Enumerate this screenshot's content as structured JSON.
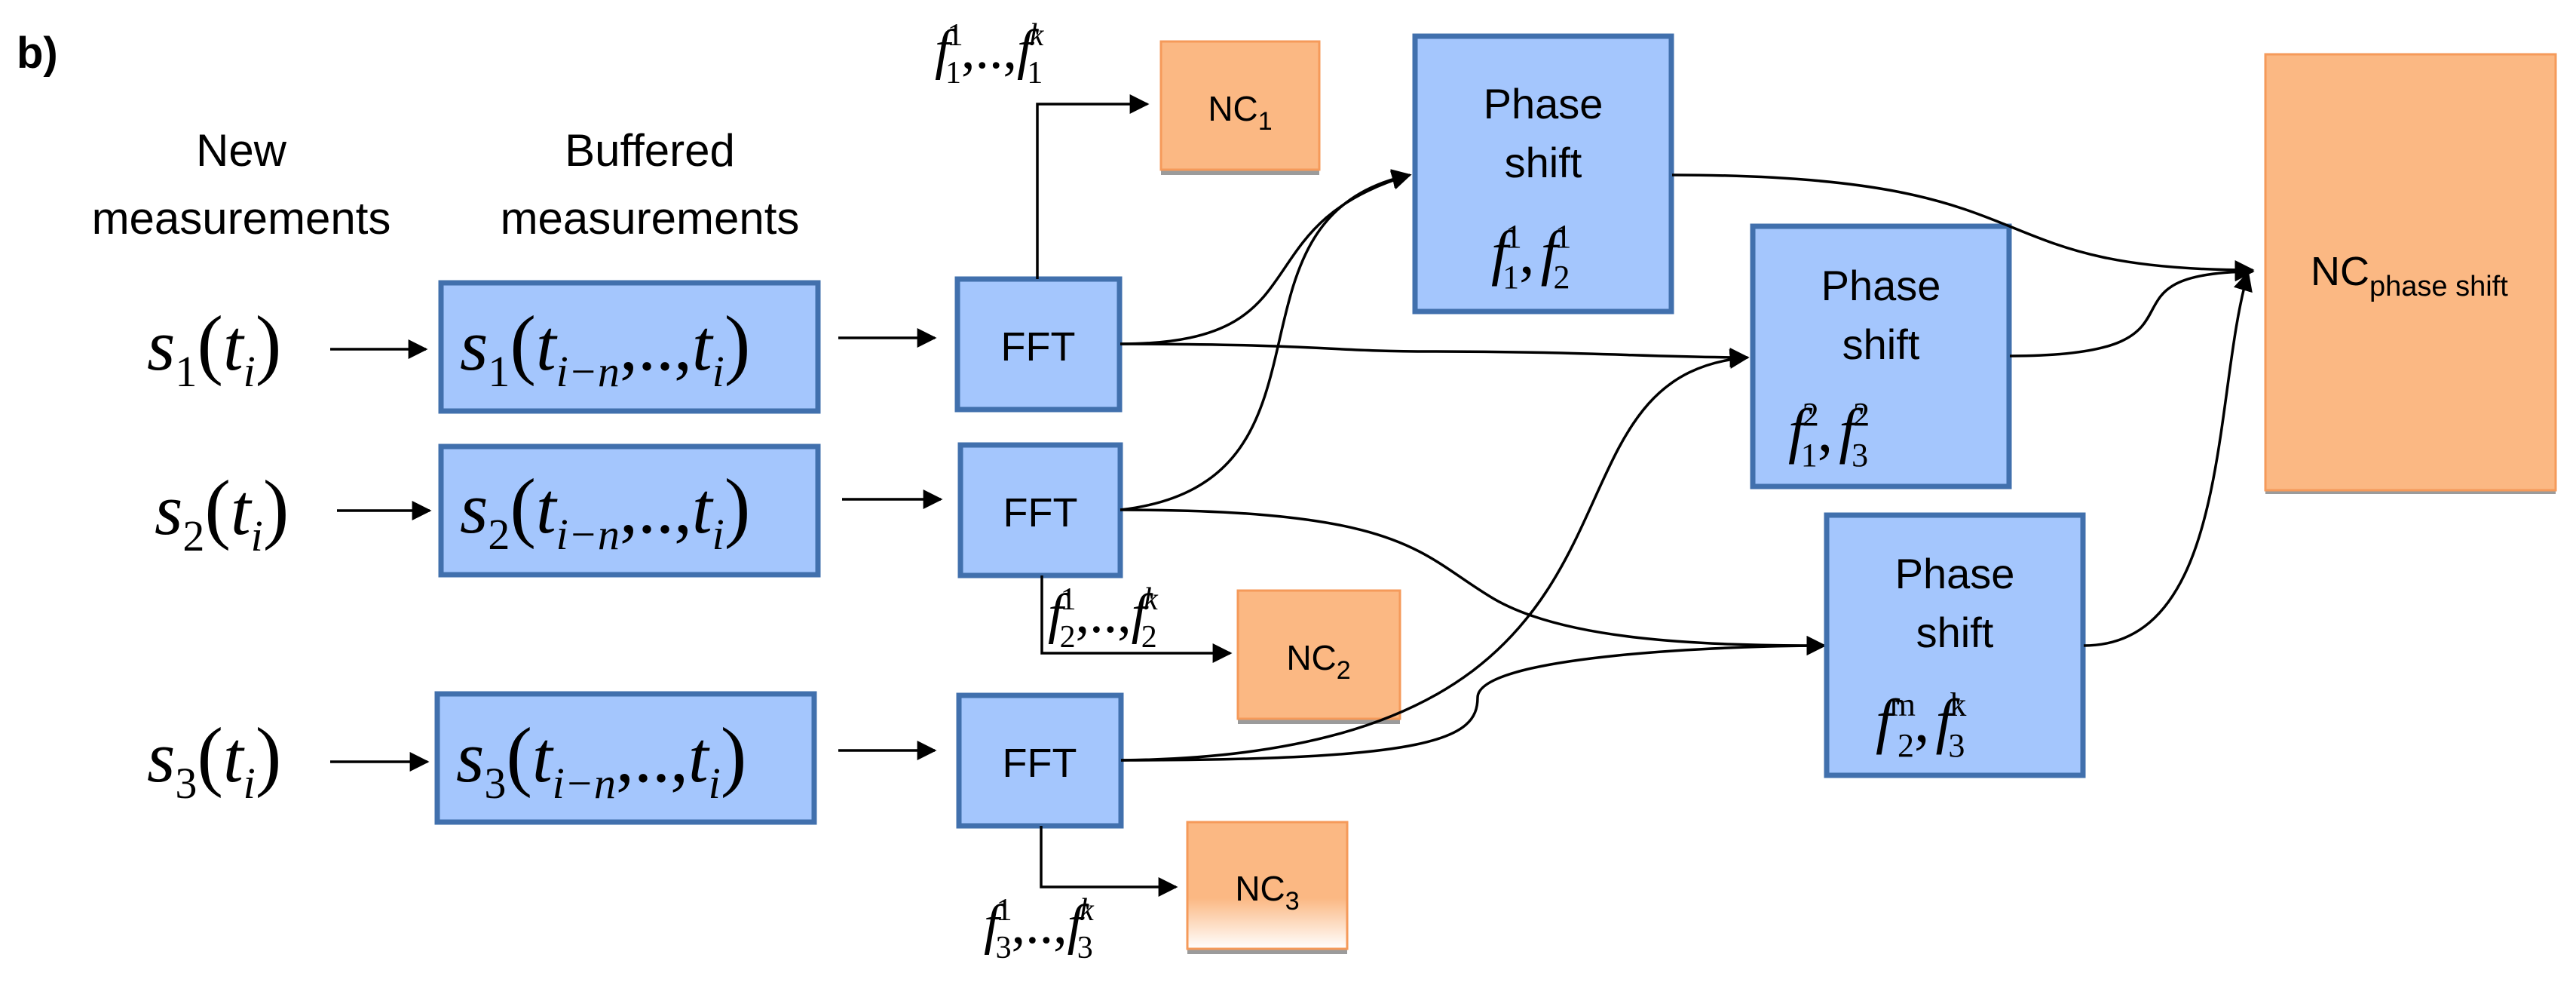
{
  "panel_label": "b)",
  "headers": {
    "new": [
      "New",
      "measurements"
    ],
    "buffered": [
      "Buffered",
      "measurements"
    ]
  },
  "inputs": [
    {
      "s": "s",
      "sub": "1",
      "arg": "t",
      "argsub": "i"
    },
    {
      "s": "s",
      "sub": "2",
      "arg": "t",
      "argsub": "i"
    },
    {
      "s": "s",
      "sub": "3",
      "arg": "t",
      "argsub": "i"
    }
  ],
  "buffers": [
    {
      "s": "s",
      "sub": "1",
      "t": "t",
      "first": "i−n",
      "sep": ",..,",
      "last": "i"
    },
    {
      "s": "s",
      "sub": "2",
      "t": "t",
      "first": "i−n",
      "sep": ",..,",
      "last": "i"
    },
    {
      "s": "s",
      "sub": "3",
      "t": "t",
      "first": "i−n",
      "sep": ",..,",
      "last": "i"
    }
  ],
  "fft_label": "FFT",
  "nc_blocks": [
    {
      "base": "NC",
      "sub": "1"
    },
    {
      "base": "NC",
      "sub": "2"
    },
    {
      "base": "NC",
      "sub": "3"
    }
  ],
  "nc_phase": {
    "base": "NC",
    "sub": "phase shift"
  },
  "freq_labels": [
    {
      "f": "f",
      "sub": "1",
      "sup_first": "1",
      "sep": ",..,",
      "sup_last": "k"
    },
    {
      "f": "f",
      "sub": "2",
      "sup_first": "1",
      "sep": ",..,",
      "sup_last": "k"
    },
    {
      "f": "f",
      "sub": "3",
      "sup_first": "1",
      "sep": ",..,",
      "sup_last": "k"
    }
  ],
  "phase_blocks": [
    {
      "line1": "Phase",
      "line2": "shift",
      "a_sub": "1",
      "a_sup": "1",
      "b_sub": "2",
      "b_sup": "1"
    },
    {
      "line1": "Phase",
      "line2": "shift",
      "a_sub": "1",
      "a_sup": "2",
      "b_sub": "3",
      "b_sup": "2"
    },
    {
      "line1": "Phase",
      "line2": "shift",
      "a_sub": "2",
      "a_sup": "m",
      "b_sub": "3",
      "b_sup": "k"
    }
  ],
  "colors": {
    "block_fill": "#a4c6fd",
    "block_border": "#4170ad",
    "nc_fill": "#fbb883",
    "nc_border": "#f59a5a",
    "shadow": "#9b9b9b"
  }
}
